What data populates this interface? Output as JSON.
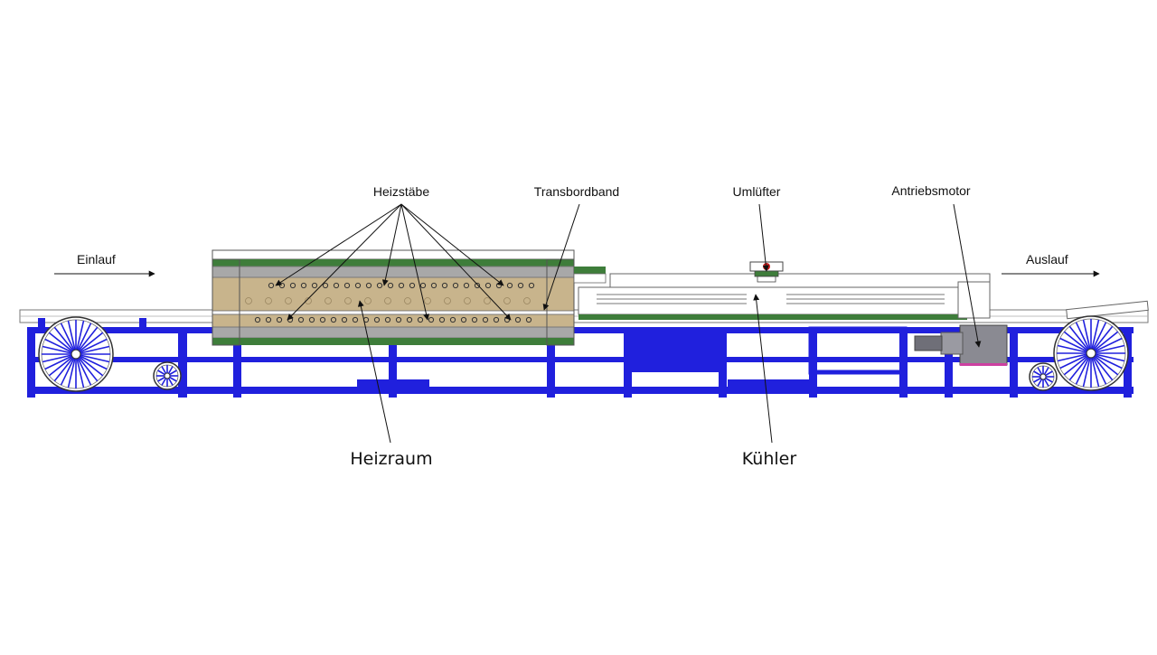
{
  "labels": {
    "einlauf": "Einlauf",
    "auslauf": "Auslauf",
    "heizstaebe": "Heizstäbe",
    "transbordband": "Transbordband",
    "umluefter": "Umlüfter",
    "antriebsmotor": "Antriebsmotor",
    "heizraum": "Heizraum",
    "kuehler": "Kühler"
  },
  "colors": {
    "frame": "#2020dd",
    "insulation": "#c8b48c",
    "green_strip": "#3e7d3a",
    "gravel": "#a8a8a8",
    "motor": "#8a8a92",
    "line": "#222222"
  }
}
